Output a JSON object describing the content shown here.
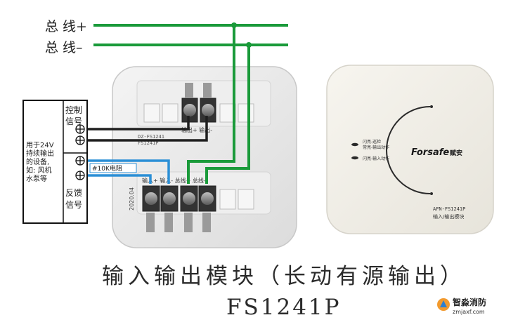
{
  "bus": {
    "plus_label": "总 线+",
    "minus_label": "总 线–"
  },
  "device_box": {
    "control_signal": "控制\n信号",
    "feedback_signal": "反馈\n信号",
    "description": "用于24V\n持续输出\n的设备,\n如: 风机\n水泵等"
  },
  "resistor_label": "#10K电阻",
  "base_module": {
    "top_small_labels": [
      "DZ-FS1241",
      "FS1241P"
    ],
    "top_terminal_labels": "输出+ 输出-",
    "bottom_terminal_labels": "输入+ 输入- 总线+ 总线-",
    "date_code": "2020.04"
  },
  "front_module": {
    "brand": "Forsafe",
    "brand_cn": "赋安",
    "led1_text_a": "闪亮-巡检",
    "led1_text_b": "常亮-输出动作",
    "led2_text": "闪亮-输入动作",
    "model": "AFN-FS1241P",
    "name": "输入/输出模块"
  },
  "caption": {
    "title": "输入输出模块（长动有源输出）",
    "model": "FS1241P"
  },
  "watermark": {
    "name": "智淼消防",
    "url": "zmjaxf.com"
  },
  "colors": {
    "bus_wire": "#1a9a3a",
    "signal_wire": "#1f1f1f",
    "resistor_wire": "#2b8fd6",
    "brand": "#1a1a1a"
  }
}
